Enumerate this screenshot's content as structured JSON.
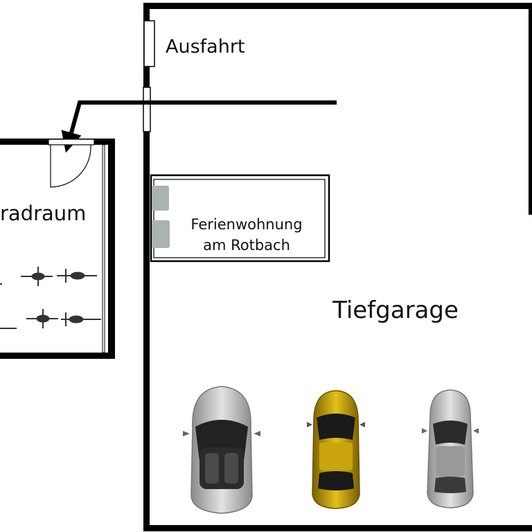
{
  "rooms": {
    "exit_label": "Ausfahrt",
    "bike_room_label": "radraum",
    "apartment_label_line1": "Ferienwohnung",
    "apartment_label_line2": "am Rotbach",
    "garage_label": "Tiefgarage"
  },
  "cars": [
    {
      "icon": "convertible-car-icon",
      "color": "#bdbdbd"
    },
    {
      "icon": "beetle-car-icon",
      "color": "#c9a40c"
    },
    {
      "icon": "hatchback-car-icon",
      "color": "#a9a9a9"
    }
  ],
  "bicycles": [
    {
      "icon": "bicycle-icon"
    },
    {
      "icon": "bicycle-icon"
    },
    {
      "icon": "bicycle-icon"
    },
    {
      "icon": "bicycle-icon"
    }
  ],
  "colors": {
    "wall": "#000000",
    "window": "#ffffff",
    "appliance": "#a9b3b0"
  }
}
